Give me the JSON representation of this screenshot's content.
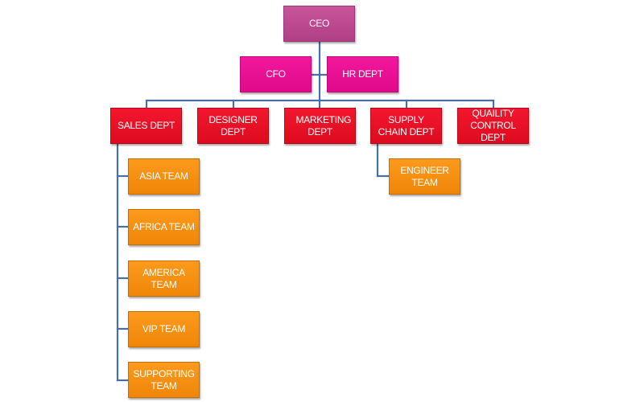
{
  "chart": {
    "type": "org-chart",
    "colors": {
      "ceo": "#b9478f",
      "executive": "#ea1093",
      "department": "#e8101f",
      "team": "#f5900f",
      "connector": "#4a6fa5",
      "text": "#ffffff"
    },
    "root": {
      "label": "CEO",
      "level": "ceo",
      "assistants": [
        {
          "label": "CFO",
          "level": "executive"
        },
        {
          "label": "HR DEPT",
          "level": "executive"
        }
      ],
      "children": [
        {
          "label": "SALES DEPT",
          "level": "department",
          "children": [
            {
              "label": "ASIA TEAM",
              "level": "team"
            },
            {
              "label": "AFRICA TEAM",
              "level": "team"
            },
            {
              "label": "AMERICA TEAM",
              "level": "team"
            },
            {
              "label": "VIP TEAM",
              "level": "team"
            },
            {
              "label": "SUPPORTING TEAM",
              "level": "team"
            }
          ]
        },
        {
          "label": "DESIGNER DEPT",
          "level": "department",
          "children": []
        },
        {
          "label": "MARKETING DEPT",
          "level": "department",
          "children": []
        },
        {
          "label": "SUPPLY CHAIN DEPT",
          "level": "department",
          "children": [
            {
              "label": "ENGINEER TEAM",
              "level": "team"
            }
          ]
        },
        {
          "label": "QUAILITY CONTROL DEPT",
          "level": "department",
          "children": []
        }
      ]
    }
  },
  "nodes": {
    "ceo": "CEO",
    "cfo": "CFO",
    "hr": "HR DEPT",
    "sales": "SALES DEPT",
    "designer": "DESIGNER DEPT",
    "marketing": "MARKETING DEPT",
    "supply": "SUPPLY CHAIN DEPT",
    "quality": "QUAILITY CONTROL DEPT",
    "asia": "ASIA TEAM",
    "africa": "AFRICA TEAM",
    "america": "AMERICA TEAM",
    "vip": "VIP TEAM",
    "supporting": "SUPPORTING TEAM",
    "engineer": "ENGINEER TEAM"
  }
}
